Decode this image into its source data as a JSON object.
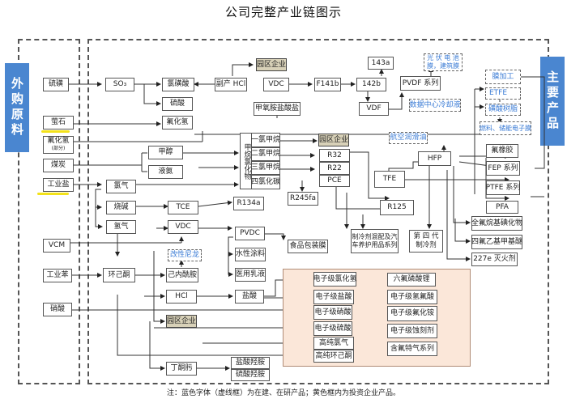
{
  "title": "公司完整产业链图示",
  "side_labels": {
    "left": "外购原料",
    "right": "主要产品"
  },
  "note": "注：蓝色字体（虚线框）为在建、在研产品；黄色框内为投资企业产品。",
  "raw_materials": [
    "硫磺",
    "萤石",
    "氟化氢",
    "(部分)",
    "煤炭",
    "工业盐",
    "VCM",
    "工业苯",
    "硝酸"
  ],
  "highlighted_materials": [
    "萤石",
    "工业盐"
  ],
  "nodes": {
    "so3": "SO₃",
    "chlorosulfonic": "氯磺酸",
    "byproduct_hcl": "副产 HCl",
    "park_enterprise": "园区企业",
    "vdc_top": "VDC",
    "f141b": "F141b",
    "r143a": "143a",
    "r142b": "142b",
    "pvdf": "PVDF 系列",
    "pv_film": "光 伏 电 池 膜，建筑膜",
    "vdf": "VDF",
    "datacenter": "数据中心冷却液",
    "sulfuric": "硫酸",
    "hf": "氟化氢",
    "methylamine": "甲氧胺盐酸盐",
    "methanol": "甲醇",
    "liquid_ammonia": "液氨",
    "methane_chloride": "甲烷氯化物",
    "mcm": "一氯甲烷",
    "dcm": "二氯甲烷",
    "tcm": "三氯甲烷",
    "ctc": "四氯化碳",
    "park2": "园区企业",
    "r32": "R32",
    "r22": "R22",
    "pce": "PCE",
    "aviation": "航空润滑油",
    "tfe": "TFE",
    "hfp": "HFP",
    "r245fa": "R245fa",
    "r125": "R125",
    "chlorine": "氯气",
    "caustic": "烧碱",
    "hydrogen": "氢气",
    "tce": "TCE",
    "r134a": "R134a",
    "vdc_mid": "VDC",
    "pvdc": "PVDC",
    "food_film": "食品包装膜",
    "refrig_mix": "制冷剂混配及汽车养护用品系列",
    "gen4": "第 四 代 制冷剂",
    "modified_nylon": "改性尼龙",
    "cyclohexanone": "环己酮",
    "caprolactam": "己内酰胺",
    "water_paint": "水性涂料",
    "medical_latex": "医用乳液",
    "hcl": "HCl",
    "hcl_acid": "盐酸",
    "park3": "园区企业",
    "butanone_oxime": "丁酮肟",
    "hydroxylamine_hcl": "盐酸羟胺",
    "hydroxylamine_sulfate": "硫酸羟胺"
  },
  "right_products": {
    "film_processing": "膜加工",
    "etfe": "ETFE",
    "sulfonic_resin": "磺酸树脂",
    "fuel_film": "燃料、储能电子膜",
    "fluororubber": "氟橡胶",
    "fep": "FEP 系列",
    "ptfe": "PTFE 系列",
    "pfa": "PFA",
    "perfluoro_iodide": "全氟烷基碘化物",
    "tfe_methyl_ether": "四氟乙基甲基醚",
    "r227e": "227e 灭火剂"
  },
  "electronic_left": [
    "电子级氯化氢",
    "电子级盐酸",
    "电子级硝酸",
    "电子级硫酸",
    "高纯氯气",
    "高纯环己酮"
  ],
  "electronic_right": [
    "六氟磷酸锂",
    "电子级氢氟酸",
    "电子级氟化铵",
    "电子级蚀刻剂",
    "含氟特气系列"
  ],
  "colors": {
    "side_blue": "#4a86d0",
    "park_tan": "#d8d1b8",
    "electronic_panel": "#fbe7d9",
    "planned_blue": "#3a7bd5",
    "highlight_yellow": "#f3e21a"
  }
}
